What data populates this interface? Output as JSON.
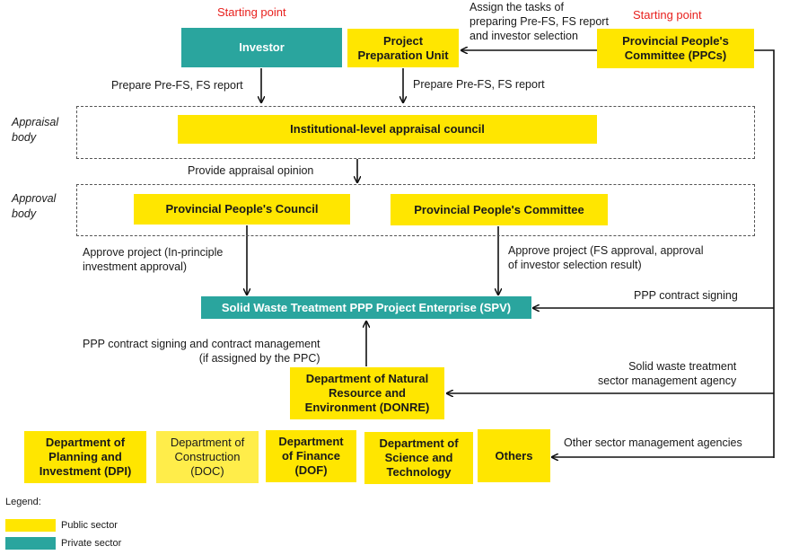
{
  "start_labels": {
    "left": "Starting point",
    "right": "Starting point"
  },
  "nodes": {
    "investor": "Investor",
    "ppu": "Project\nPreparation Unit",
    "ppc_top": "Provincial People's\nCommittee (PPCs)",
    "council": "Institutional-level appraisal council",
    "prov_council": "Provincial People's Council",
    "prov_committee": "Provincial People's Committee",
    "spv": "Solid Waste Treatment PPP Project Enterprise (SPV)",
    "donre": "Department of Natural\nResource and\nEnvironment (DONRE)",
    "dpi": "Department of\nPlanning and\nInvestment  (DPI)",
    "doc": "Department of\nConstruction\n(DOC)",
    "dof": "Department\nof Finance\n(DOF)",
    "dost": "Department of\nScience and\nTechnology",
    "others": "Others"
  },
  "edge_labels": {
    "assign": "Assign the tasks of\npreparing Pre-FS, FS report\nand investor selection",
    "prep_left": "Prepare Pre-FS, FS report",
    "prep_right": "Prepare Pre-FS, FS report",
    "appraisal_opinion": "Provide appraisal opinion",
    "approve_left": "Approve project (In-principle\ninvestment approval)",
    "approve_right": "Approve project (FS approval, approval\nof investor selection result)",
    "ppp_signing": "PPP contract signing",
    "ppp_mgmt": "PPP contract signing and contract management\n(if assigned by the PPC)",
    "solid_waste_agency": "Solid waste treatment\nsector management agency",
    "other_agencies": "Other sector management agencies"
  },
  "body_labels": {
    "appraisal": "Appraisal\nbody",
    "approval": "Approval\nbody"
  },
  "legend": {
    "title": "Legend:",
    "public": "Public sector",
    "private": "Private sector"
  },
  "colors": {
    "public": "#ffe600",
    "private": "#2aa59e",
    "start": "#e8211e"
  }
}
